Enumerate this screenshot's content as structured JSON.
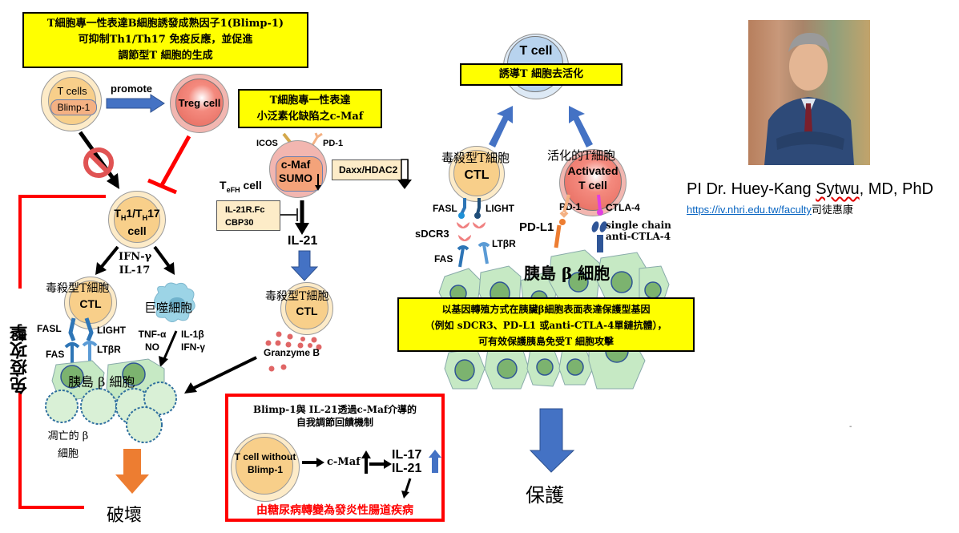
{
  "left": {
    "header_box": {
      "line1": "T細胞專一性表達B細胞誘發成熟因子1(Blimp-1)",
      "line2": "可抑制Th1/Th17 免疫反應，並促進",
      "line3": "調節型T 細胞的生成"
    },
    "tcell_blimp": {
      "label": "T cells",
      "inner": "Blimp-1"
    },
    "promote_label": "promote",
    "treg": {
      "label": "Treg cell"
    },
    "th_cell": {
      "line1": "TH1/TH17",
      "line2": "cell"
    },
    "cytokines": {
      "line1": "IFN-γ",
      "line2": "IL-17"
    },
    "ctl_caption": "毒殺型T細胞",
    "ctl_label": "CTL",
    "macrophage_caption": "巨噬細胞",
    "fasl": "FASL",
    "light": "LIGHT",
    "fas": "FAS",
    "ltbr": "LTβR",
    "macro_left": {
      "line1": "TNF-α",
      "line2": "NO"
    },
    "macro_right": {
      "line1": "IL-1β",
      "line2": "IFN-γ"
    },
    "islet_label": "胰島 β 細胞",
    "apoptotic": {
      "line1": "凋亡的 β",
      "line2": "細胞"
    },
    "destroy_label": "破壞",
    "immune_attack": "免疫攻擊"
  },
  "middle": {
    "header_box": {
      "line1": "T細胞專一性表達",
      "line2": "小泛素化缺陷之c-Maf"
    },
    "icos": "ICOS",
    "pd1": "PD-1",
    "cmaf": {
      "line1": "c-Maf",
      "line2": "SUMO"
    },
    "tefh": "TeFH cell",
    "daxx": "Daxx/HDAC2",
    "inhibitor_box": {
      "line1": "IL-21R.Fc",
      "line2": "CBP30"
    },
    "il21": "IL-21",
    "ctl_caption": "毒殺型T細胞",
    "ctl_label": "CTL",
    "granzyme": "Granzyme B"
  },
  "feedback_box": {
    "title_line1": "Blimp-1與 IL-21透過c-Maf介導的",
    "title_line2": "自我調節回饋機制",
    "cell_line1": "T cell without",
    "cell_line2": "Blimp-1",
    "cmaf": "c-Maf",
    "il17": "IL-17",
    "il21": "IL-21",
    "result": "由糖尿病轉變為發炎性腸道疾病"
  },
  "right": {
    "tcell_label": "T cell",
    "tcell_box": "誘導T 細胞去活化",
    "ctl_caption": "毒殺型T細胞",
    "ctl_label": "CTL",
    "activated_caption": "活化的T細胞",
    "activated": {
      "line1": "Activated",
      "line2": "T cell"
    },
    "fasl": "FASL",
    "light": "LIGHT",
    "sdcr3": "sDCR3",
    "ltbr": "LTβR",
    "fas": "FAS",
    "pd1": "PD-1",
    "pdl1": "PD-L1",
    "ctla4": "CTLA-4",
    "single_chain": {
      "line1": "single chain",
      "line2": "anti-CTLA-4"
    },
    "islet_label": "胰島 β 細胞",
    "protect_box": {
      "line1": "以基因轉殖方式在胰臟β細胞表面表達保護型基因",
      "line2": "（例如 sDCR3、PD-L1 或anti-CTLA-4單鏈抗體），",
      "line3": "可有效保護胰島免受T 細胞攻擊"
    },
    "protect_label": "保護"
  },
  "pi": {
    "name": "PI Dr. Huey-Kang Sytwu, MD, PhD",
    "name_prefix": "PI Dr. Huey-Kang ",
    "name_surname": "Sytwu",
    "name_suffix": ", MD, PhD",
    "link": "https://iv.nhri.edu.tw/faculty",
    "chinese_name": "司徒惠康",
    "photo_alt": "portrait-photo"
  },
  "colors": {
    "yellow_box": "#ffff00",
    "blue_arrow": "#4472c4",
    "orange_arrow": "#ed7d31",
    "red_line": "#ff0000",
    "islet_green": "#c6e9c4"
  },
  "stray_mark": "-"
}
